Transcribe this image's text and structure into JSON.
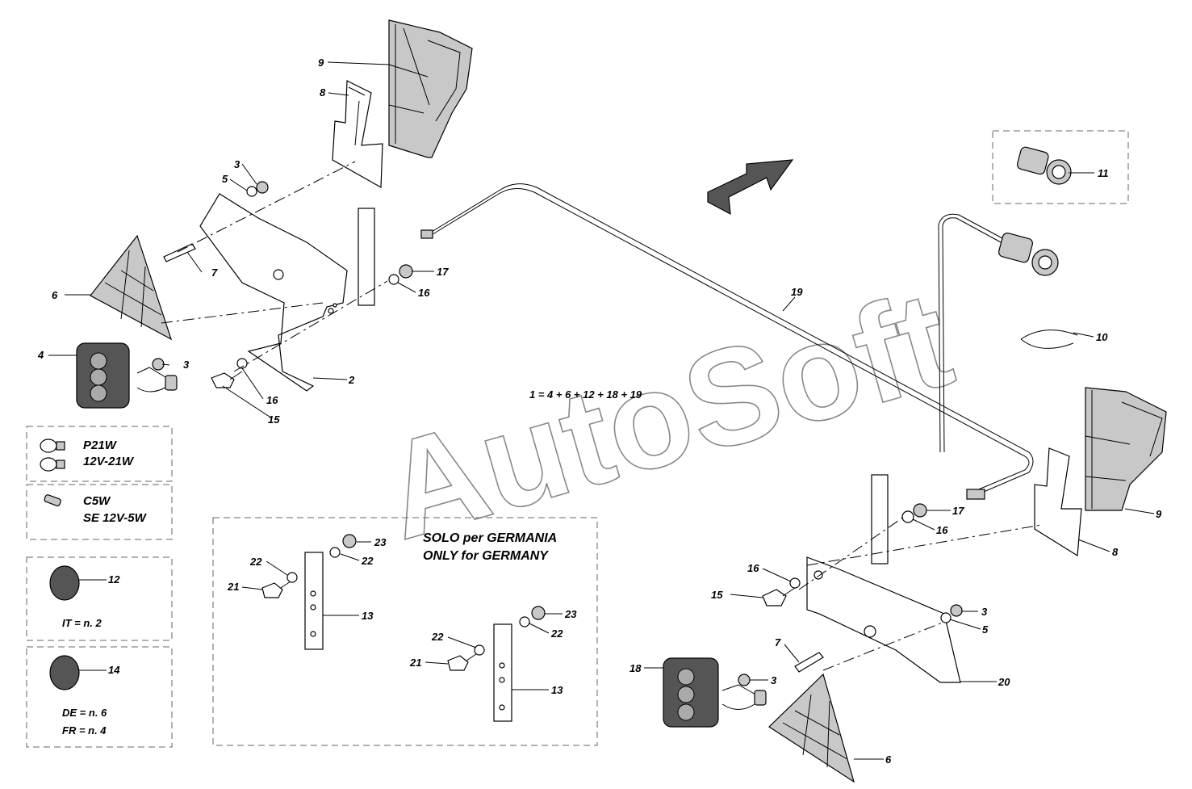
{
  "watermark": "AutoSoft",
  "formula": "1 = 4 + 6 + 12 + 18 + 19",
  "germany_note": {
    "line1": "SOLO per GERMANIA",
    "line2": "ONLY for GERMANY"
  },
  "legend": {
    "bulb_p21w": {
      "line1": "P21W",
      "line2": "12V-21W"
    },
    "bulb_c5w": {
      "line1": "C5W",
      "line2": "SE 12V-5W"
    },
    "reflector_12": {
      "label": "12",
      "note": "IT = n. 2"
    },
    "reflector_14": {
      "label": "14",
      "note1": "DE = n. 6",
      "note2": "FR = n. 4"
    }
  },
  "callouts": {
    "c9a": "9",
    "c8a": "8",
    "c3a": "3",
    "c5a": "5",
    "c7a": "7",
    "c6a": "6",
    "c4": "4",
    "c3b": "3",
    "c17a": "17",
    "c16a": "16",
    "c2": "2",
    "c16b": "16",
    "c15a": "15",
    "c11": "11",
    "c10": "10",
    "c19": "19",
    "c9b": "9",
    "c8b": "8",
    "c17b": "17",
    "c16c": "16",
    "c16d": "16",
    "c15b": "15",
    "c3c": "3",
    "c5b": "5",
    "c7b": "7",
    "c18": "18",
    "c3d": "3",
    "c20": "20",
    "c6b": "6",
    "c23a": "23",
    "c22a": "22",
    "c22b": "22",
    "c21a": "21",
    "c13a": "13",
    "c23b": "23",
    "c22c": "22",
    "c22d": "22",
    "c21b": "21",
    "c13b": "13"
  }
}
